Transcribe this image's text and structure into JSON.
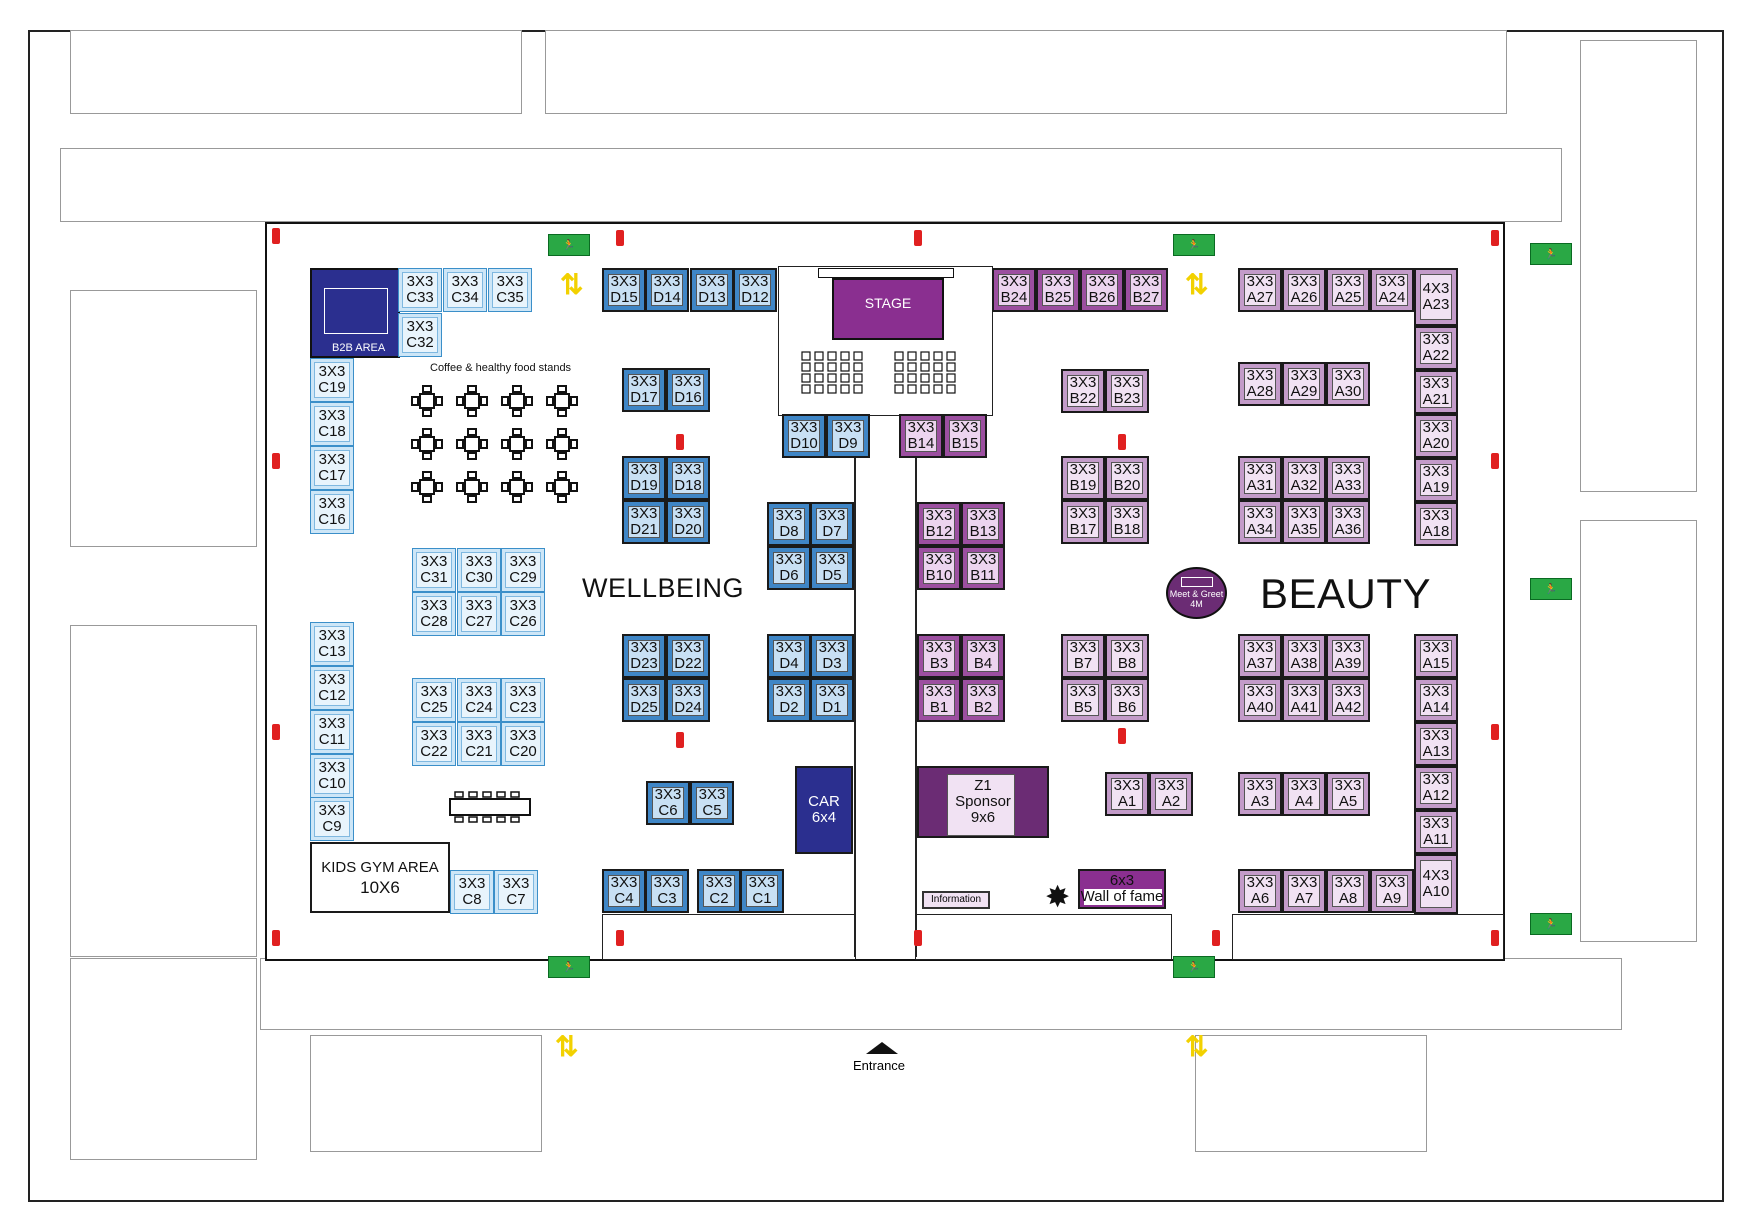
{
  "zones": {
    "wellbeing": "WELLBEING",
    "beauty": "BEAUTY",
    "stage": "STAGE",
    "b2b": "B2B AREA",
    "coffee": "Coffee & healthy food stands",
    "kids_gym": [
      "KIDS GYM AREA",
      "10X6"
    ],
    "car": [
      "CAR",
      "6x4"
    ],
    "sponsor": [
      "Z1",
      "Sponsor",
      "9x6"
    ],
    "wall_of_fame": [
      "6x3",
      "Wall of fame"
    ],
    "meet_greet": [
      "Meet & Greet",
      "4M"
    ],
    "information": "Information",
    "entrance": "Entrance"
  },
  "booths": [
    {
      "id": "C33",
      "size": "3X3"
    },
    {
      "id": "C34",
      "size": "3X3"
    },
    {
      "id": "C35",
      "size": "3X3"
    },
    {
      "id": "C32",
      "size": "3X3"
    },
    {
      "id": "C19",
      "size": "3X3"
    },
    {
      "id": "C18",
      "size": "3X3"
    },
    {
      "id": "C17",
      "size": "3X3"
    },
    {
      "id": "C16",
      "size": "3X3"
    },
    {
      "id": "C31",
      "size": "3X3"
    },
    {
      "id": "C30",
      "size": "3X3"
    },
    {
      "id": "C29",
      "size": "3X3"
    },
    {
      "id": "C28",
      "size": "3X3"
    },
    {
      "id": "C27",
      "size": "3X3"
    },
    {
      "id": "C26",
      "size": "3X3"
    },
    {
      "id": "C25",
      "size": "3X3"
    },
    {
      "id": "C24",
      "size": "3X3"
    },
    {
      "id": "C23",
      "size": "3X3"
    },
    {
      "id": "C22",
      "size": "3X3"
    },
    {
      "id": "C21",
      "size": "3X3"
    },
    {
      "id": "C20",
      "size": "3X3"
    },
    {
      "id": "C13",
      "size": "3X3"
    },
    {
      "id": "C12",
      "size": "3X3"
    },
    {
      "id": "C11",
      "size": "3X3"
    },
    {
      "id": "C10",
      "size": "3X3"
    },
    {
      "id": "C9",
      "size": "3X3"
    },
    {
      "id": "C8",
      "size": "3X3"
    },
    {
      "id": "C7",
      "size": "3X3"
    },
    {
      "id": "D15",
      "size": "3X3"
    },
    {
      "id": "D14",
      "size": "3X3"
    },
    {
      "id": "D13",
      "size": "3X3"
    },
    {
      "id": "D12",
      "size": "3X3"
    },
    {
      "id": "D17",
      "size": "3X3"
    },
    {
      "id": "D16",
      "size": "3X3"
    },
    {
      "id": "D19",
      "size": "3X3"
    },
    {
      "id": "D18",
      "size": "3X3"
    },
    {
      "id": "D21",
      "size": "3X3"
    },
    {
      "id": "D20",
      "size": "3X3"
    },
    {
      "id": "D10",
      "size": "3X3"
    },
    {
      "id": "D9",
      "size": "3X3"
    },
    {
      "id": "D8",
      "size": "3X3"
    },
    {
      "id": "D7",
      "size": "3X3"
    },
    {
      "id": "D6",
      "size": "3X3"
    },
    {
      "id": "D5",
      "size": "3X3"
    },
    {
      "id": "D23",
      "size": "3X3"
    },
    {
      "id": "D22",
      "size": "3X3"
    },
    {
      "id": "D25",
      "size": "3X3"
    },
    {
      "id": "D24",
      "size": "3X3"
    },
    {
      "id": "D4",
      "size": "3X3"
    },
    {
      "id": "D3",
      "size": "3X3"
    },
    {
      "id": "D2",
      "size": "3X3"
    },
    {
      "id": "D1",
      "size": "3X3"
    },
    {
      "id": "C6",
      "size": "3X3"
    },
    {
      "id": "C5",
      "size": "3X3"
    },
    {
      "id": "C4",
      "size": "3X3"
    },
    {
      "id": "C3",
      "size": "3X3"
    },
    {
      "id": "C2",
      "size": "3X3"
    },
    {
      "id": "C1",
      "size": "3X3"
    },
    {
      "id": "B24",
      "size": "3X3"
    },
    {
      "id": "B25",
      "size": "3X3"
    },
    {
      "id": "B26",
      "size": "3X3"
    },
    {
      "id": "B27",
      "size": "3X3"
    },
    {
      "id": "B22",
      "size": "3X3"
    },
    {
      "id": "B23",
      "size": "3X3"
    },
    {
      "id": "B14",
      "size": "3X3"
    },
    {
      "id": "B15",
      "size": "3X3"
    },
    {
      "id": "B19",
      "size": "3X3"
    },
    {
      "id": "B20",
      "size": "3X3"
    },
    {
      "id": "B17",
      "size": "3X3"
    },
    {
      "id": "B18",
      "size": "3X3"
    },
    {
      "id": "B12",
      "size": "3X3"
    },
    {
      "id": "B13",
      "size": "3X3"
    },
    {
      "id": "B10",
      "size": "3X3"
    },
    {
      "id": "B11",
      "size": "3X3"
    },
    {
      "id": "B3",
      "size": "3X3"
    },
    {
      "id": "B4",
      "size": "3X3"
    },
    {
      "id": "B1",
      "size": "3X3"
    },
    {
      "id": "B2",
      "size": "3X3"
    },
    {
      "id": "B7",
      "size": "3X3"
    },
    {
      "id": "B8",
      "size": "3X3"
    },
    {
      "id": "B5",
      "size": "3X3"
    },
    {
      "id": "B6",
      "size": "3X3"
    },
    {
      "id": "A1",
      "size": "3X3"
    },
    {
      "id": "A2",
      "size": "3X3"
    },
    {
      "id": "A27",
      "size": "3X3"
    },
    {
      "id": "A26",
      "size": "3X3"
    },
    {
      "id": "A25",
      "size": "3X3"
    },
    {
      "id": "A24",
      "size": "3X3"
    },
    {
      "id": "A23",
      "size": "4X3"
    },
    {
      "id": "A22",
      "size": "3X3"
    },
    {
      "id": "A21",
      "size": "3X3"
    },
    {
      "id": "A20",
      "size": "3X3"
    },
    {
      "id": "A19",
      "size": "3X3"
    },
    {
      "id": "A18",
      "size": "3X3"
    },
    {
      "id": "A28",
      "size": "3X3"
    },
    {
      "id": "A29",
      "size": "3X3"
    },
    {
      "id": "A30",
      "size": "3X3"
    },
    {
      "id": "A31",
      "size": "3X3"
    },
    {
      "id": "A32",
      "size": "3X3"
    },
    {
      "id": "A33",
      "size": "3X3"
    },
    {
      "id": "A34",
      "size": "3X3"
    },
    {
      "id": "A35",
      "size": "3X3"
    },
    {
      "id": "A36",
      "size": "3X3"
    },
    {
      "id": "A37",
      "size": "3X3"
    },
    {
      "id": "A38",
      "size": "3X3"
    },
    {
      "id": "A39",
      "size": "3X3"
    },
    {
      "id": "A40",
      "size": "3X3"
    },
    {
      "id": "A41",
      "size": "3X3"
    },
    {
      "id": "A42",
      "size": "3X3"
    },
    {
      "id": "A15",
      "size": "3X3"
    },
    {
      "id": "A14",
      "size": "3X3"
    },
    {
      "id": "A13",
      "size": "3X3"
    },
    {
      "id": "A12",
      "size": "3X3"
    },
    {
      "id": "A11",
      "size": "3X3"
    },
    {
      "id": "A3",
      "size": "3X3"
    },
    {
      "id": "A4",
      "size": "3X3"
    },
    {
      "id": "A5",
      "size": "3X3"
    },
    {
      "id": "A6",
      "size": "3X3"
    },
    {
      "id": "A7",
      "size": "3X3"
    },
    {
      "id": "A8",
      "size": "3X3"
    },
    {
      "id": "A9",
      "size": "3X3"
    },
    {
      "id": "A10",
      "size": "4X3"
    }
  ],
  "colors": {
    "pale": "#cde6f7",
    "blue": "#3f86c6",
    "purple": "#9c4fa0",
    "lilac": "#c39bc9",
    "navy": "#2b2f8f",
    "exit": "#2aa845",
    "extinguisher": "#e02020"
  }
}
